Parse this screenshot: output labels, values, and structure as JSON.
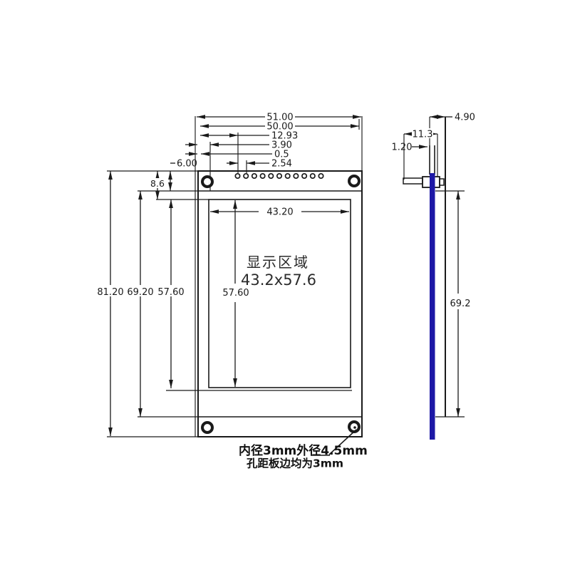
{
  "front": {
    "dims": {
      "total_width": "51.00",
      "board_width": "50.00",
      "pin_row_offset": "12.93",
      "display_left_margin": "3.90",
      "edge_gap": "0.5",
      "pin_pitch": "2.54",
      "top_margin": "6.00",
      "display_top_offset": "8.6",
      "board_height": "81.20",
      "glass_height": "69.20",
      "display_height_left": "57.60",
      "display_height_inner": "57.60",
      "display_width": "43.20"
    },
    "display_area": {
      "line1": "显示区域",
      "line2": "43.2x57.6"
    }
  },
  "side": {
    "dims": {
      "overall_thickness": "4.90",
      "depth": "11.3",
      "pcb_thickness": "1.20",
      "glass_length": "69.2"
    }
  },
  "callout": {
    "line1": "内径3mm外径4.5mm",
    "line2": "孔距板边均为3mm"
  },
  "colors": {
    "hatch_fill": "#e6fcfa",
    "hatch_stripe": "#6fe0d8",
    "glass_blue": "#1d18a6",
    "glass_blue_edge": "#0c0860",
    "line": "#1a1a1a"
  }
}
